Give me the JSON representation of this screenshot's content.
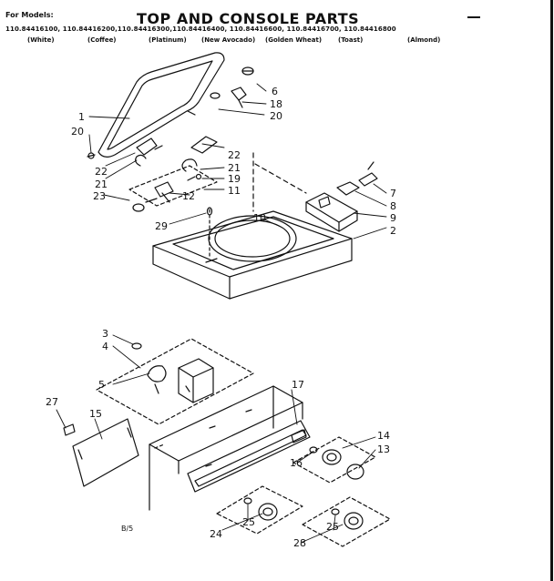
{
  "header": {
    "for_models": "For Models:",
    "title": "TOP AND CONSOLE PARTS",
    "models": "110.84416100, 110.84416200,110.84416300,110.84416400, 110.84416600, 110.84416700, 110.84416800",
    "colors": [
      "(White)",
      "(Coffee)",
      "(Platinum)",
      "(New Avocado)",
      "(Golden Wheat)",
      "(Toast)",
      "(Almond)"
    ]
  },
  "page_code": "B/5",
  "callouts": [
    "1",
    "20",
    "6",
    "18",
    "20",
    "22",
    "21",
    "19",
    "11",
    "12",
    "23",
    "22",
    "21",
    "29",
    "10",
    "7",
    "8",
    "9",
    "2",
    "3",
    "4",
    "5",
    "27",
    "15",
    "17",
    "14",
    "13",
    "16",
    "25",
    "24",
    "25",
    "28"
  ]
}
